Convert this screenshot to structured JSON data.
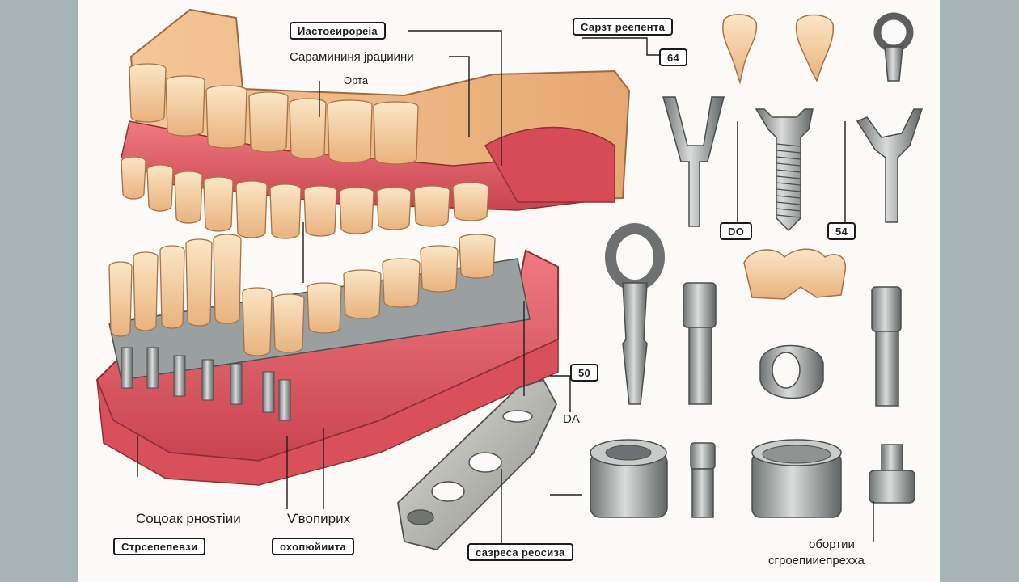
{
  "labels": {
    "top_label_1": "Иастоеирореіа",
    "top_label_2": "Сарамининя јраџиини",
    "top_label_3": "Орта",
    "top_right_label": "Сарзт реепента",
    "number_64": "64",
    "number_do": "DO",
    "number_54": "54",
    "number_50": "50",
    "label_da": "DA",
    "bottom_left_label": "Соцоак рноѕтіии",
    "bottom_left_boxed": "Стрсепепевзи",
    "bottom_mid_label": "Ѵвопирих",
    "bottom_mid_boxed": "охопюйиита",
    "bottom_center_boxed": "сазреса реосиза",
    "bottom_right_label_1": "обортии",
    "bottom_right_label_2": "сгроепииепрехха"
  },
  "colors": {
    "background": "#a9b6b8",
    "panel": "#fbfaf6",
    "gum": "#e5646c",
    "tooth": "#f6d3a8",
    "metal": "#9aa0a0"
  }
}
